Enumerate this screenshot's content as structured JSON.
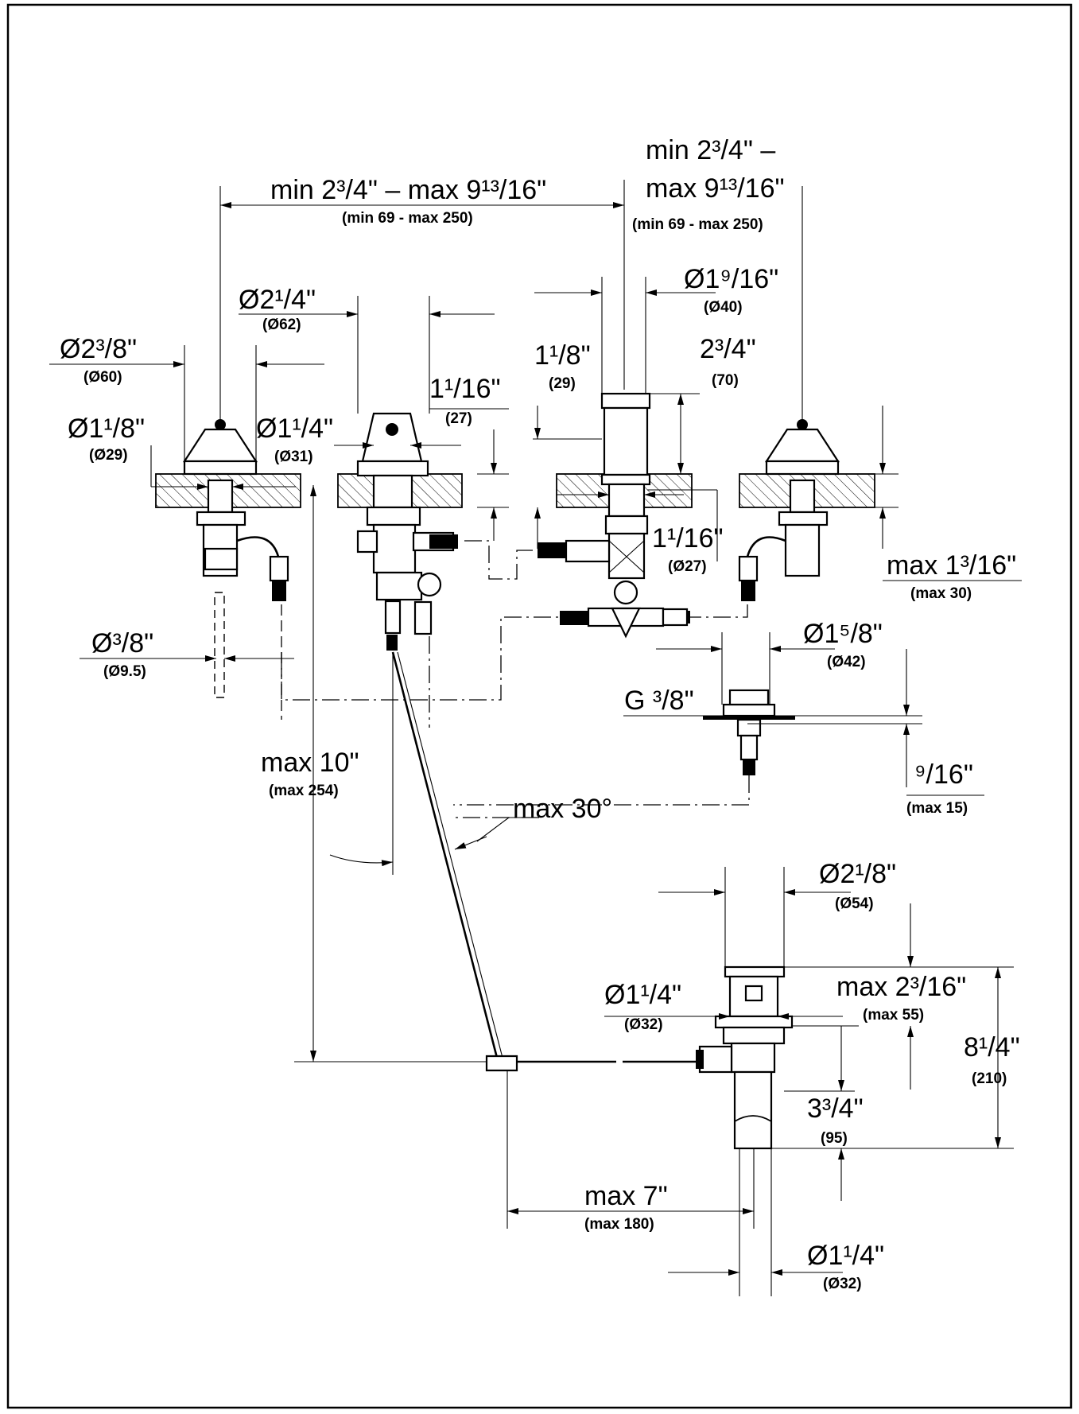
{
  "dimensions": {
    "top_left_span": {
      "imperial": "min 2³/4\" – max 9¹³/16\"",
      "metric": "(min 69 - max 250)"
    },
    "top_right_span_line1": "min 2³/4\" –",
    "top_right_span_line2": "max 9¹³/16\"",
    "top_right_span_metric": "(min 69 - max 250)",
    "d_2_1_4": {
      "imperial": "Ø2¹/4\"",
      "metric": "(Ø62)"
    },
    "d_2_3_8": {
      "imperial": "Ø2³/8\"",
      "metric": "(Ø60)"
    },
    "d_1_1_8": {
      "imperial": "Ø1¹/8\"",
      "metric": "(Ø29)"
    },
    "d_1_1_4_top": {
      "imperial": "Ø1¹/4\"",
      "metric": "(Ø31)"
    },
    "h_1_1_16_left": {
      "imperial": "1¹/16\"",
      "metric": "(27)"
    },
    "h_1_1_8": {
      "imperial": "1¹/8\"",
      "metric": "(29)"
    },
    "d_1_9_16": {
      "imperial": "Ø1⁹/16\"",
      "metric": "(Ø40)"
    },
    "h_2_3_4": {
      "imperial": "2³/4\"",
      "metric": "(70)"
    },
    "h_1_1_16_right": {
      "imperial": "1¹/16\"",
      "metric": "(Ø27)"
    },
    "max_1_3_16": {
      "imperial": "max 1³/16\"",
      "metric": "(max 30)"
    },
    "d_3_8": {
      "imperial": "Ø³/8\"",
      "metric": "(Ø9.5)"
    },
    "d_1_5_8": {
      "imperial": "Ø1⁵/8\"",
      "metric": "(Ø42)"
    },
    "g_3_8": {
      "imperial": "G ³/8\""
    },
    "h_9_16": {
      "imperial": "⁹/16\"",
      "metric": "(max 15)"
    },
    "max_10": {
      "imperial": "max 10\"",
      "metric": "(max 254)"
    },
    "max_30_deg": {
      "imperial": "max 30°"
    },
    "d_2_1_8": {
      "imperial": "Ø2¹/8\"",
      "metric": "(Ø54)"
    },
    "d_1_1_4_drain": {
      "imperial": "Ø1¹/4\"",
      "metric": "(Ø32)"
    },
    "max_2_3_16": {
      "imperial": "max 2³/16\"",
      "metric": "(max 55)"
    },
    "h_8_1_4": {
      "imperial": "8¹/4\"",
      "metric": "(210)"
    },
    "h_3_3_4": {
      "imperial": "3³/4\"",
      "metric": "(95)"
    },
    "max_7": {
      "imperial": "max 7\"",
      "metric": "(max 180)"
    },
    "d_1_1_4_bottom": {
      "imperial": "Ø1¹/4\"",
      "metric": "(Ø32)"
    }
  }
}
